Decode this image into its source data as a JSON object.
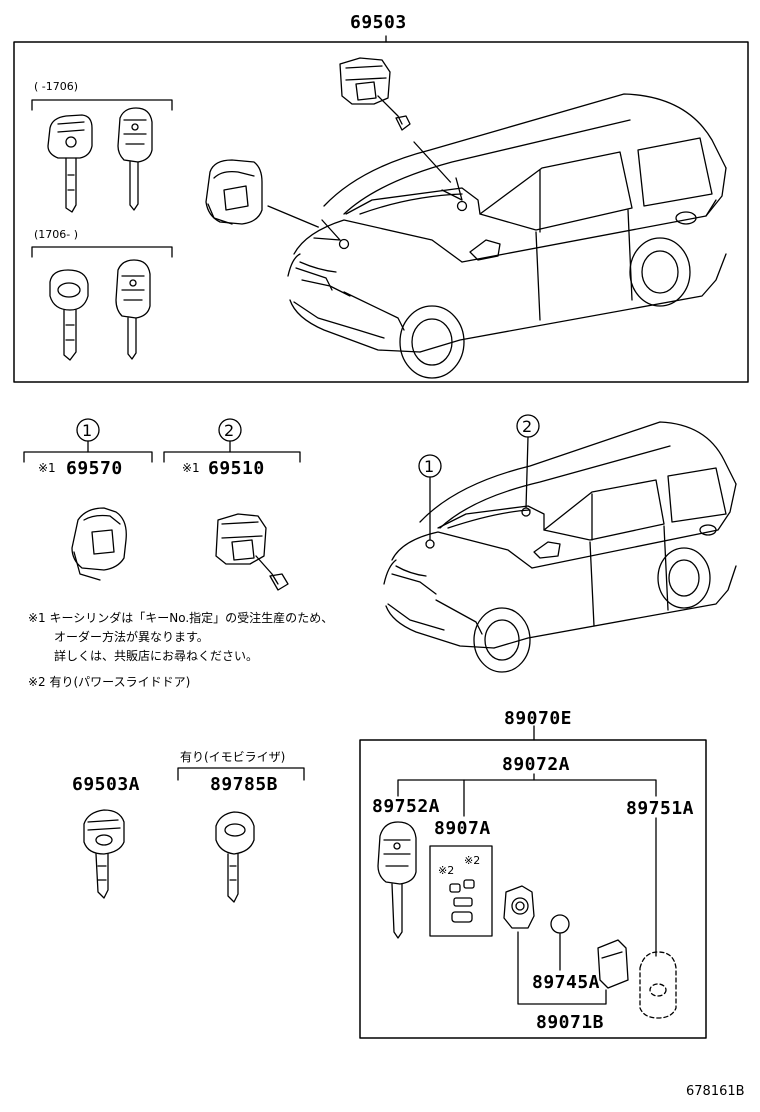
{
  "top_assembly": {
    "part_number": "69503",
    "range_1": "(    -1706)",
    "range_2": "(1706-     )"
  },
  "callouts": {
    "one": "1",
    "two": "2",
    "part_1": "69570",
    "part_2": "69510",
    "mark_1": "※1",
    "mark_2": "※1"
  },
  "notes": {
    "note1_line1": "※1  キーシリンダは「キーNo.指定」の受注生産のため、",
    "note1_line2": "オーダー方法が異なります。",
    "note1_line3": "詳しくは、共販店にお尋ねください。",
    "note2": "※2  有り(パワースライドドア)"
  },
  "keys": {
    "key_a": "69503A",
    "key_b_condition": "有り(イモビライザ)",
    "key_b": "89785B"
  },
  "remote": {
    "assembly": "89070E",
    "sub_assembly": "89072A",
    "left": "89752A",
    "center": "8907A",
    "right": "89751A",
    "mark_a": "※2",
    "mark_b": "※2",
    "battery": "89745A",
    "case": "89071B"
  },
  "footer": {
    "ref": "678161B"
  }
}
